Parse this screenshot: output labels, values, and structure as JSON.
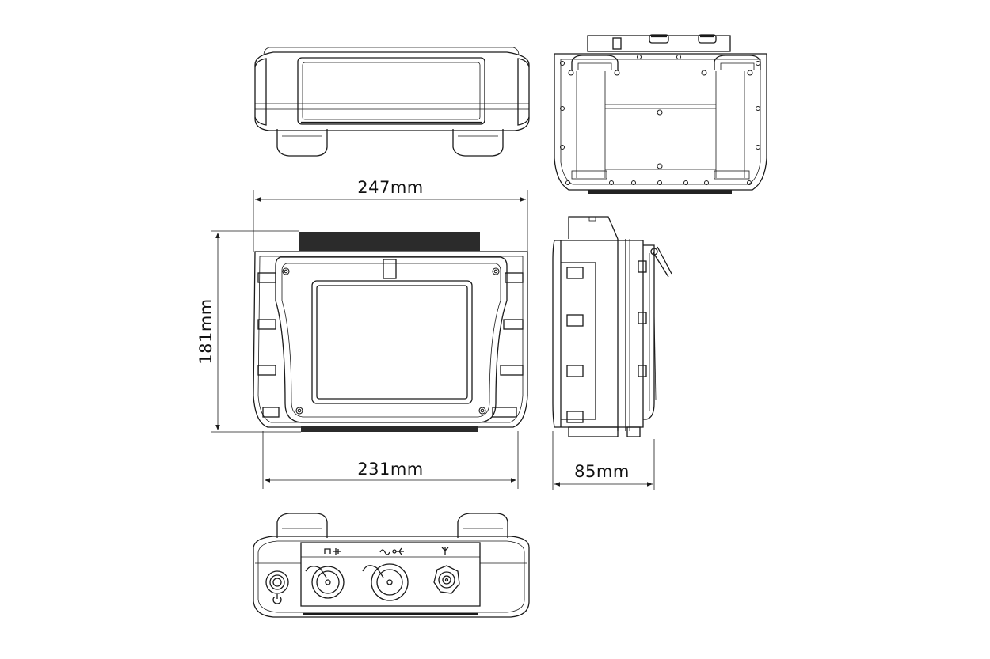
{
  "dimensions": {
    "width_outer": "247mm",
    "width_inner": "231mm",
    "height": "181mm",
    "depth": "85mm"
  },
  "connector_icons": [
    "probe-connector-icon",
    "ac-usb-connector-icon",
    "antenna-connector-icon"
  ],
  "power_icon": "power-icon",
  "colors": {
    "line": "#1a1a1a",
    "background": "#ffffff"
  }
}
